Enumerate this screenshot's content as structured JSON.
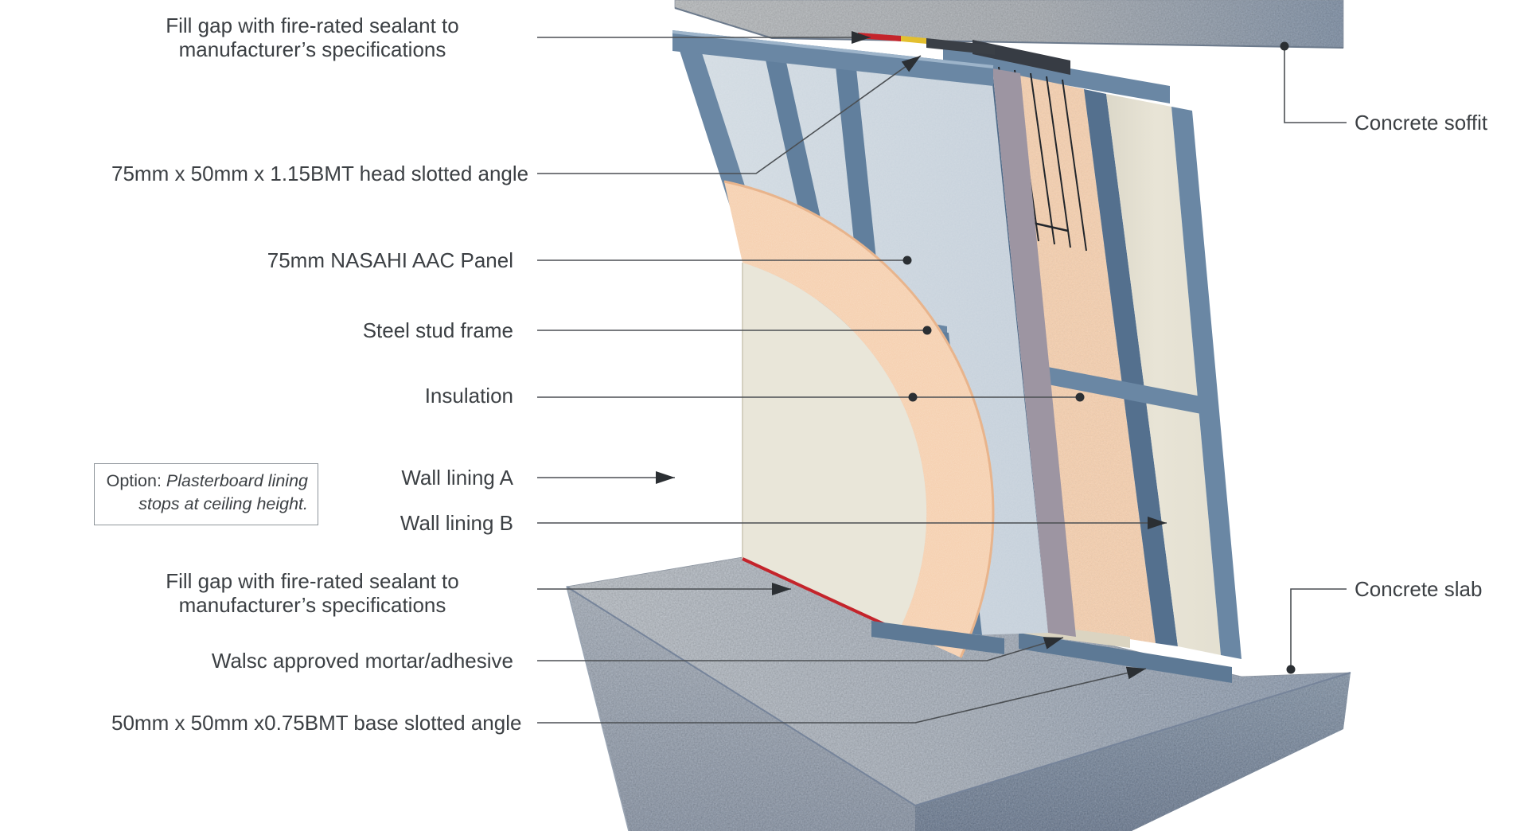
{
  "diagram": {
    "type": "construction-detail",
    "subject": "AAC panel wall junction with concrete soffit and slab"
  },
  "labels": {
    "fill_gap_top": {
      "line1": "Fill gap with fire-rated sealant to",
      "line2": "manufacturer’s specifications"
    },
    "head_angle": "75mm x 50mm x 1.15BMT head slotted angle",
    "aac_panel": "75mm NASAHI AAC Panel",
    "stud_frame": "Steel stud frame",
    "insulation": "Insulation",
    "lining_a": "Wall lining A",
    "lining_b": "Wall lining B",
    "fill_gap_bottom": {
      "line1": "Fill gap with fire-rated sealant to",
      "line2": "manufacturer’s specifications"
    },
    "mortar": "Walsc approved mortar/adhesive",
    "base_angle": "50mm x 50mm x0.75BMT base slotted angle",
    "soffit": "Concrete soffit",
    "slab": "Concrete slab",
    "option_prefix": "Option:",
    "option_line1": " Plasterboard lining",
    "option_line2": "stops at ceiling height."
  },
  "colors": {
    "background": "#ffffff",
    "label_text": "#3c4044",
    "leader_line": "#4b4f53",
    "arrow_dot": "#2b2f33",
    "steel_blue": "#6a87a4",
    "steel_dark": "#54708e",
    "steel_light": "#8fa9c1",
    "aac_panel": "#ced8e0",
    "aac_edge_strip": "#9d95a2",
    "insulation_peach": "#f4cba8",
    "wall_lining_cream": "#e9e6d9",
    "wall_lining_b": "#e6e2d4",
    "concrete_light": "#b9bcbe",
    "concrete_blue": "#8494a8",
    "sealant_red": "#c4242b",
    "sealant_yellow": "#e3bf2e",
    "head_angle_dark": "#373c44",
    "mortar_strip": "#dbd4c1"
  }
}
